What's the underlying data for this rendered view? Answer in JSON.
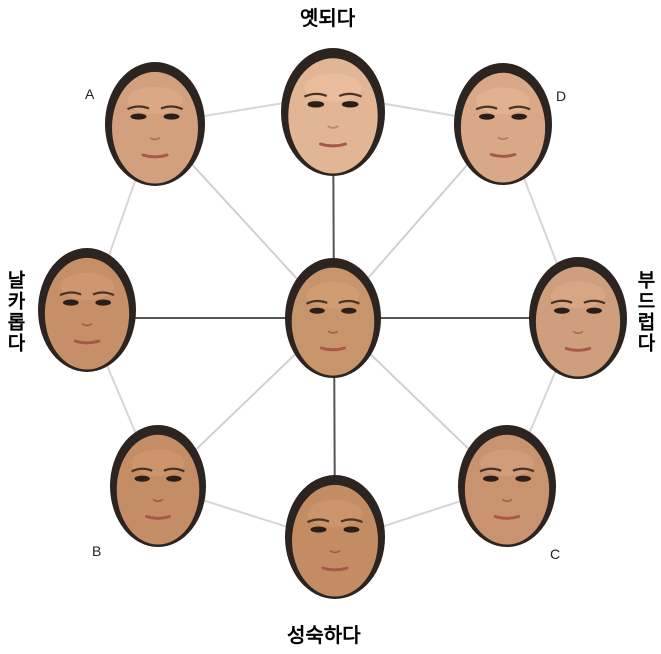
{
  "labels": {
    "top": "옛되다",
    "bottom": "성숙하다",
    "left": "날카롭다",
    "right": "부드럽다"
  },
  "corners": {
    "a": "A",
    "b": "B",
    "c": "C",
    "d": "D"
  },
  "faces": [
    {
      "id": "center",
      "skin": "#c8956a"
    },
    {
      "id": "top",
      "skin": "#e2b595"
    },
    {
      "id": "a",
      "skin": "#d3a07d"
    },
    {
      "id": "d",
      "skin": "#d9a987"
    },
    {
      "id": "left",
      "skin": "#c68f67"
    },
    {
      "id": "right",
      "skin": "#cf9e7c"
    },
    {
      "id": "b",
      "skin": "#c58d65"
    },
    {
      "id": "bottom",
      "skin": "#c48c63"
    },
    {
      "id": "c",
      "skin": "#c99370"
    }
  ]
}
